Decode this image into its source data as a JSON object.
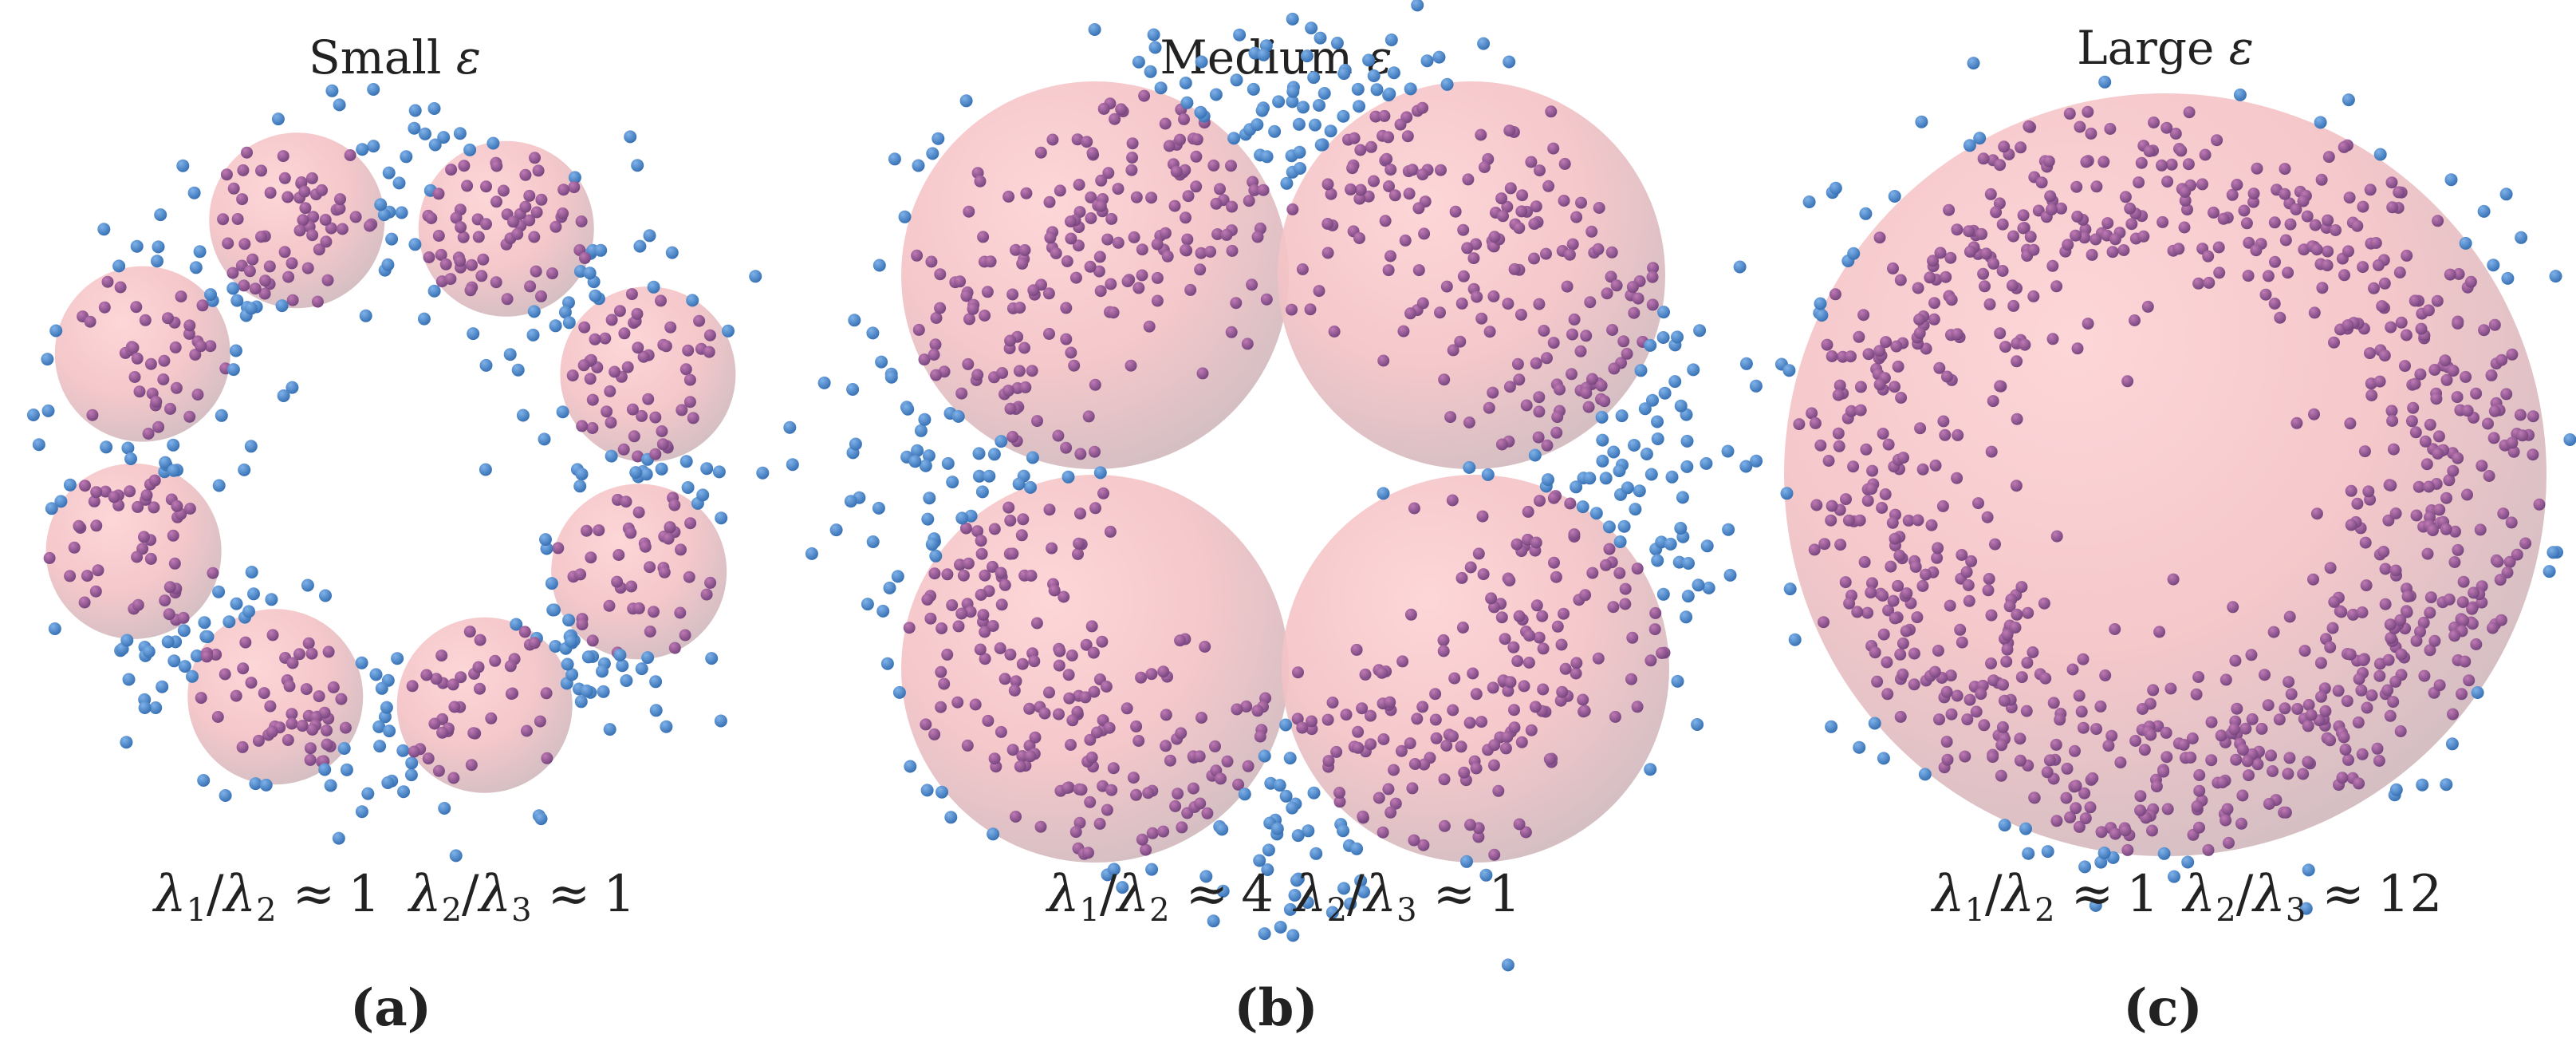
{
  "colors": {
    "sphere_inner": "#fdd0d2",
    "sphere_outer": "#c9b6bb",
    "point_inside": "#8a4e8c",
    "point_outside": "#3a7cc4"
  },
  "panels": [
    {
      "title_word": "Small",
      "title_symbol": "ε",
      "ratio1": {
        "value": "1"
      },
      "ratio2": {
        "value": "1"
      },
      "label_letter": "a"
    },
    {
      "title_word": "Medium",
      "title_symbol": "ε",
      "ratio1": {
        "value": "4"
      },
      "ratio2": {
        "value": "1"
      },
      "label_letter": "b"
    },
    {
      "title_word": "Large",
      "title_symbol": "ε",
      "ratio1": {
        "value": "1"
      },
      "ratio2": {
        "value": "12"
      },
      "label_letter": "c"
    }
  ],
  "ratio_labels": {
    "lambda": "λ",
    "idx1": "1",
    "idx2": "2",
    "idx3": "3",
    "slash": "/",
    "approx": "≈"
  }
}
